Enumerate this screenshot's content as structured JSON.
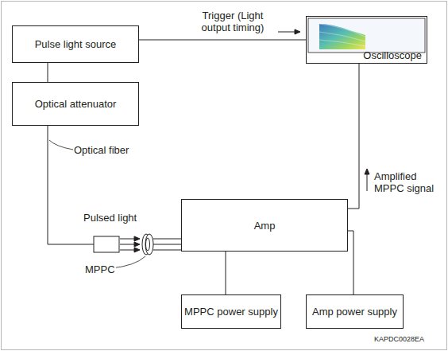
{
  "diagram": {
    "nodes": [
      {
        "text": [
          "Pulse light source"
        ]
      },
      {
        "text": [
          "Oscilloscope"
        ]
      },
      {
        "text": [
          "Optical attenuator"
        ]
      },
      {
        "text": [
          "Amp"
        ]
      },
      {
        "text": [
          "MPPC power supply"
        ]
      },
      {
        "text": [
          "Amp power supply"
        ]
      }
    ],
    "edges": [
      {
        "from": 0,
        "to": 1,
        "arrow": "none",
        "label": "Trigger (Light output timing)"
      },
      {
        "from": 0,
        "to": 2,
        "arrow": "none"
      },
      {
        "from": 3,
        "to": 1,
        "arrow": "none"
      },
      {
        "from": 3,
        "to": 4,
        "arrow": "none"
      },
      {
        "from": 3,
        "to": 5,
        "arrow": "none"
      }
    ],
    "labels": [
      "Optical fiber",
      "Pulsed light",
      "MPPC",
      "Amplified MPPC signal",
      "KAPDC0028EA"
    ]
  }
}
